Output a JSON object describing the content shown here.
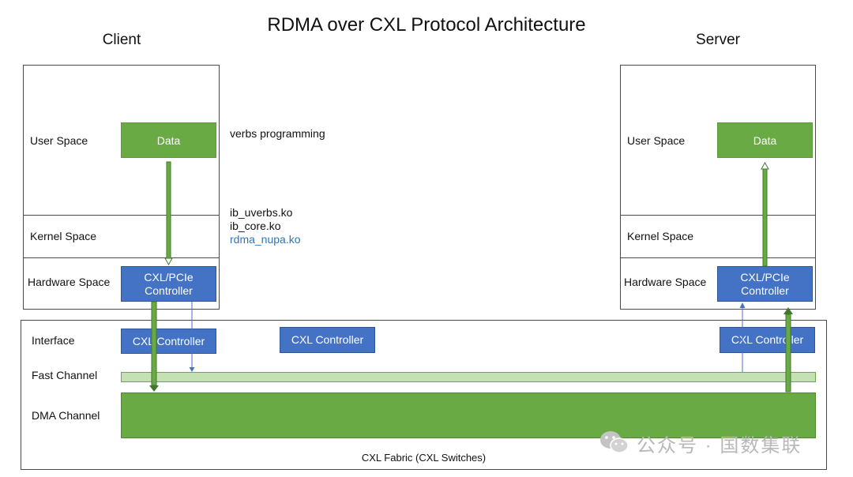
{
  "title": "RDMA over CXL Protocol Architecture",
  "client": {
    "title": "Client",
    "user_space": "User Space",
    "kernel_space": "Kernel Space",
    "hardware_space": "Hardware Space",
    "data_label": "Data",
    "controller_line1": "CXL/PCIe",
    "controller_line2": "Controller"
  },
  "server": {
    "title": "Server",
    "user_space": "User Space",
    "kernel_space": "Kernel Space",
    "hardware_space": "Hardware Space",
    "data_label": "Data",
    "controller_line1": "CXL/PCIe",
    "controller_line2": "Controller"
  },
  "middle": {
    "verbs": "verbs programming",
    "modules": [
      "ib_uverbs.ko",
      "ib_core.ko",
      "rdma_nupa.ko"
    ]
  },
  "fabric": {
    "interface": "Interface",
    "fast_channel": "Fast Channel",
    "dma_channel": "DMA Channel",
    "cxl_controller_1": "CXL Controller",
    "cxl_controller_2": "CXL Controller",
    "cxl_controller_3": "CXL Controller",
    "caption": "CXL Fabric (CXL Switches)"
  },
  "colors": {
    "green": "#6aaa45",
    "light_green": "#c5e0b4",
    "blue": "#4472c4",
    "module_highlight": "#2e75b6",
    "arrow_dark_green": "#3f7a2a"
  },
  "watermark": {
    "text": "公众号 · 国数集联",
    "icon": "wechat-icon"
  }
}
